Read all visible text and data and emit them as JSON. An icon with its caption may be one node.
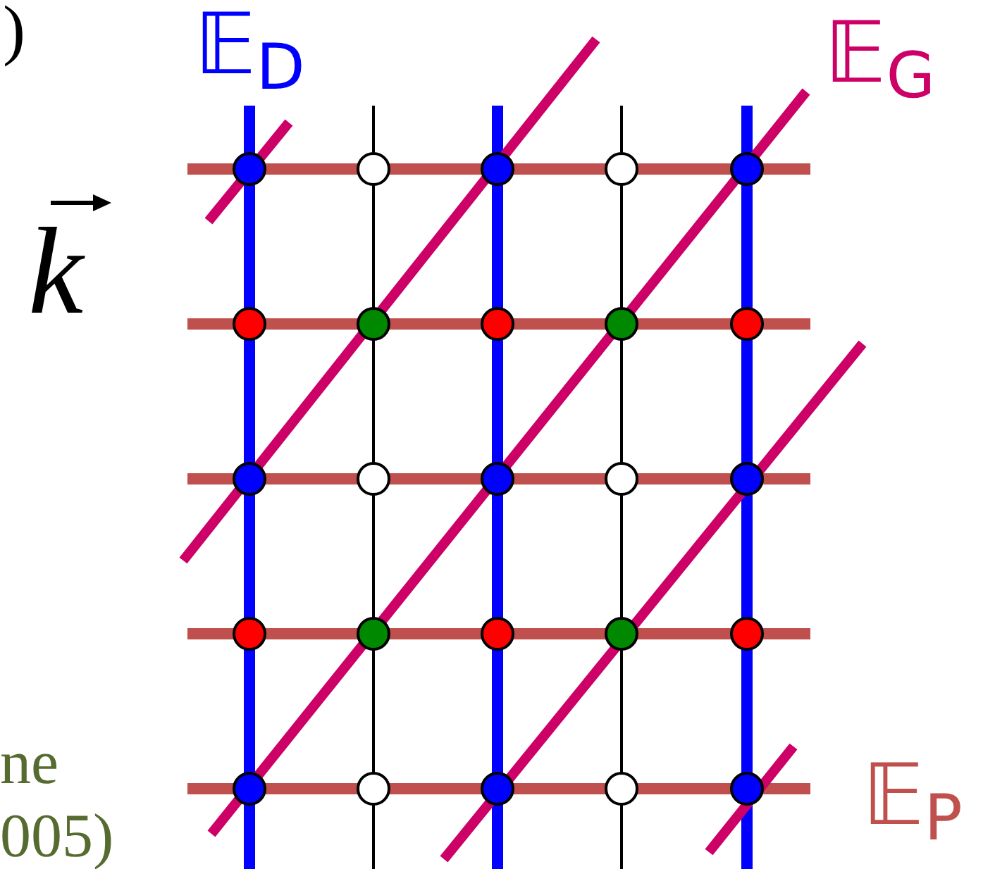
{
  "diagram": {
    "labels": [
      ")",
      "𝔼$_{D}$",
      "𝔼$_{G}$",
      "k",
      "ne",
      "005)",
      "𝔼$_{P}$"
    ]
  }
}
